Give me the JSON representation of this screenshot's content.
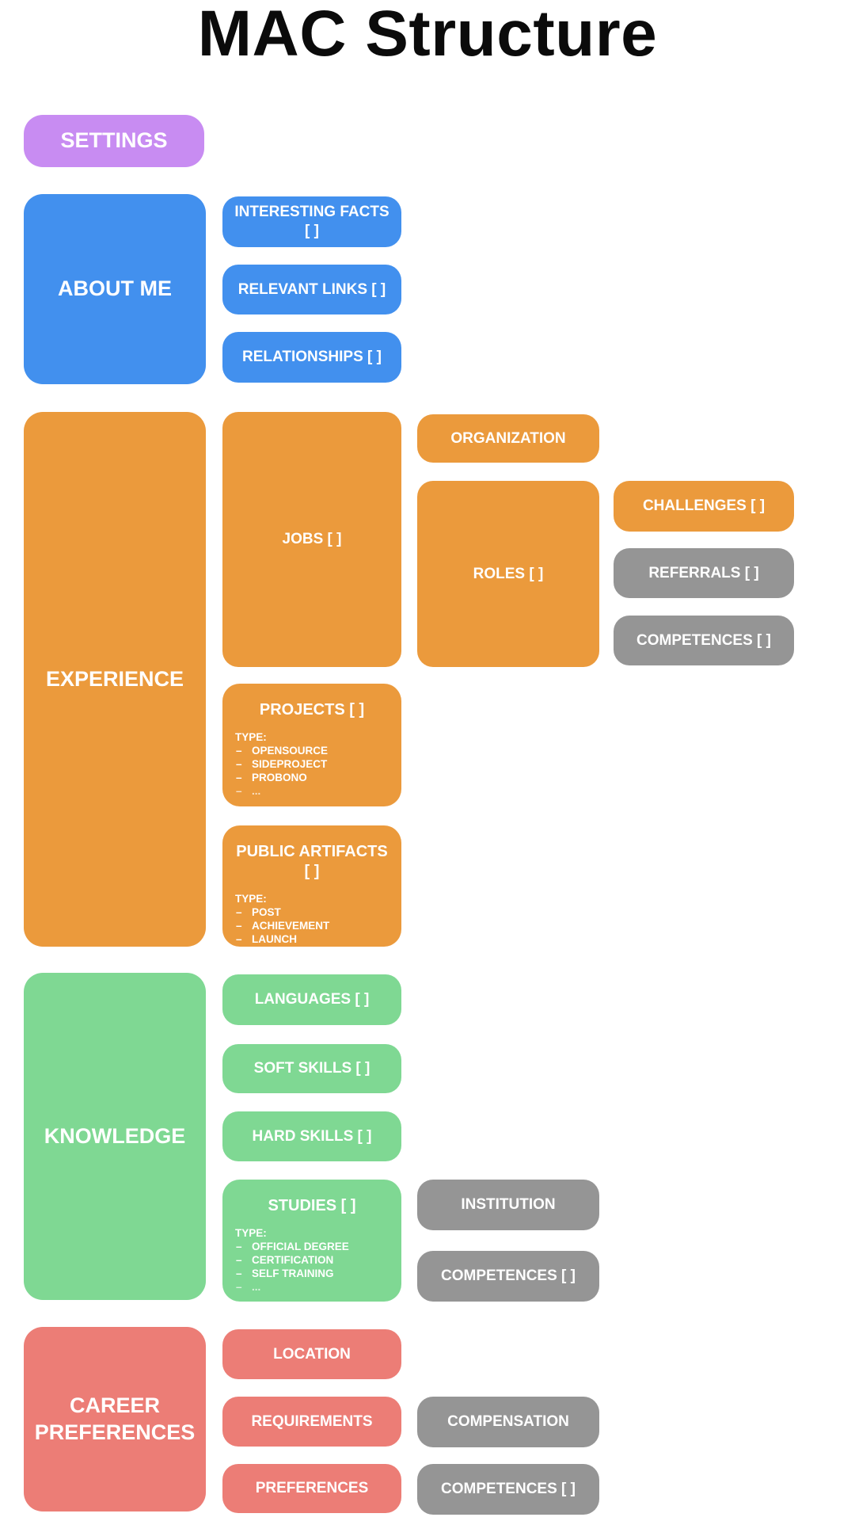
{
  "page": {
    "title": "MAC Structure"
  },
  "colors": {
    "purple": "#c88cf2",
    "blue": "#4290ee",
    "orange": "#eb9a3c",
    "green": "#7fd893",
    "salmon": "#ec7d76",
    "gray": "#959595",
    "text_on_box": "#ffffff",
    "title_text": "#0b0b0b",
    "background": "#ffffff"
  },
  "settings": {
    "label": "SETTINGS"
  },
  "about_me": {
    "label": "ABOUT ME",
    "interesting_facts": {
      "label": "INTERESTING FACTS [ ]"
    },
    "relevant_links": {
      "label": "RELEVANT LINKS [ ]"
    },
    "relationships": {
      "label": "RELATIONSHIPS [ ]"
    }
  },
  "experience": {
    "label": "EXPERIENCE",
    "jobs": {
      "label": "JOBS [ ]",
      "organization": {
        "label": "ORGANIZATION"
      },
      "roles": {
        "label": "ROLES [ ]",
        "challenges": {
          "label": "CHALLENGES [ ]"
        },
        "referrals": {
          "label": "REFERRALS [ ]"
        },
        "competences": {
          "label": "COMPETENCES [ ]"
        }
      }
    },
    "projects": {
      "label": "PROJECTS [ ]",
      "type_heading": "TYPE:",
      "types": [
        "OPENSOURCE",
        "SIDEPROJECT",
        "PROBONO",
        "..."
      ]
    },
    "public_artifacts": {
      "label": "PUBLIC ARTIFACTS [ ]",
      "type_heading": "TYPE:",
      "types": [
        "POST",
        "ACHIEVEMENT",
        "LAUNCH",
        "..."
      ]
    }
  },
  "knowledge": {
    "label": "KNOWLEDGE",
    "languages": {
      "label": "LANGUAGES [ ]"
    },
    "soft_skills": {
      "label": "SOFT SKILLS [ ]"
    },
    "hard_skills": {
      "label": "HARD SKILLS [ ]"
    },
    "studies": {
      "label": "STUDIES [ ]",
      "type_heading": "TYPE:",
      "types": [
        "OFFICIAL DEGREE",
        "CERTIFICATION",
        "SELF TRAINING",
        "..."
      ],
      "institution": {
        "label": "INSTITUTION"
      },
      "competences": {
        "label": "COMPETENCES [ ]"
      }
    }
  },
  "career_preferences": {
    "label": "CAREER PREFERENCES",
    "location": {
      "label": "LOCATION"
    },
    "requirements": {
      "label": "REQUIREMENTS",
      "compensation": {
        "label": "COMPENSATION"
      }
    },
    "preferences": {
      "label": "PREFERENCES",
      "competences": {
        "label": "COMPETENCES [ ]"
      }
    }
  }
}
